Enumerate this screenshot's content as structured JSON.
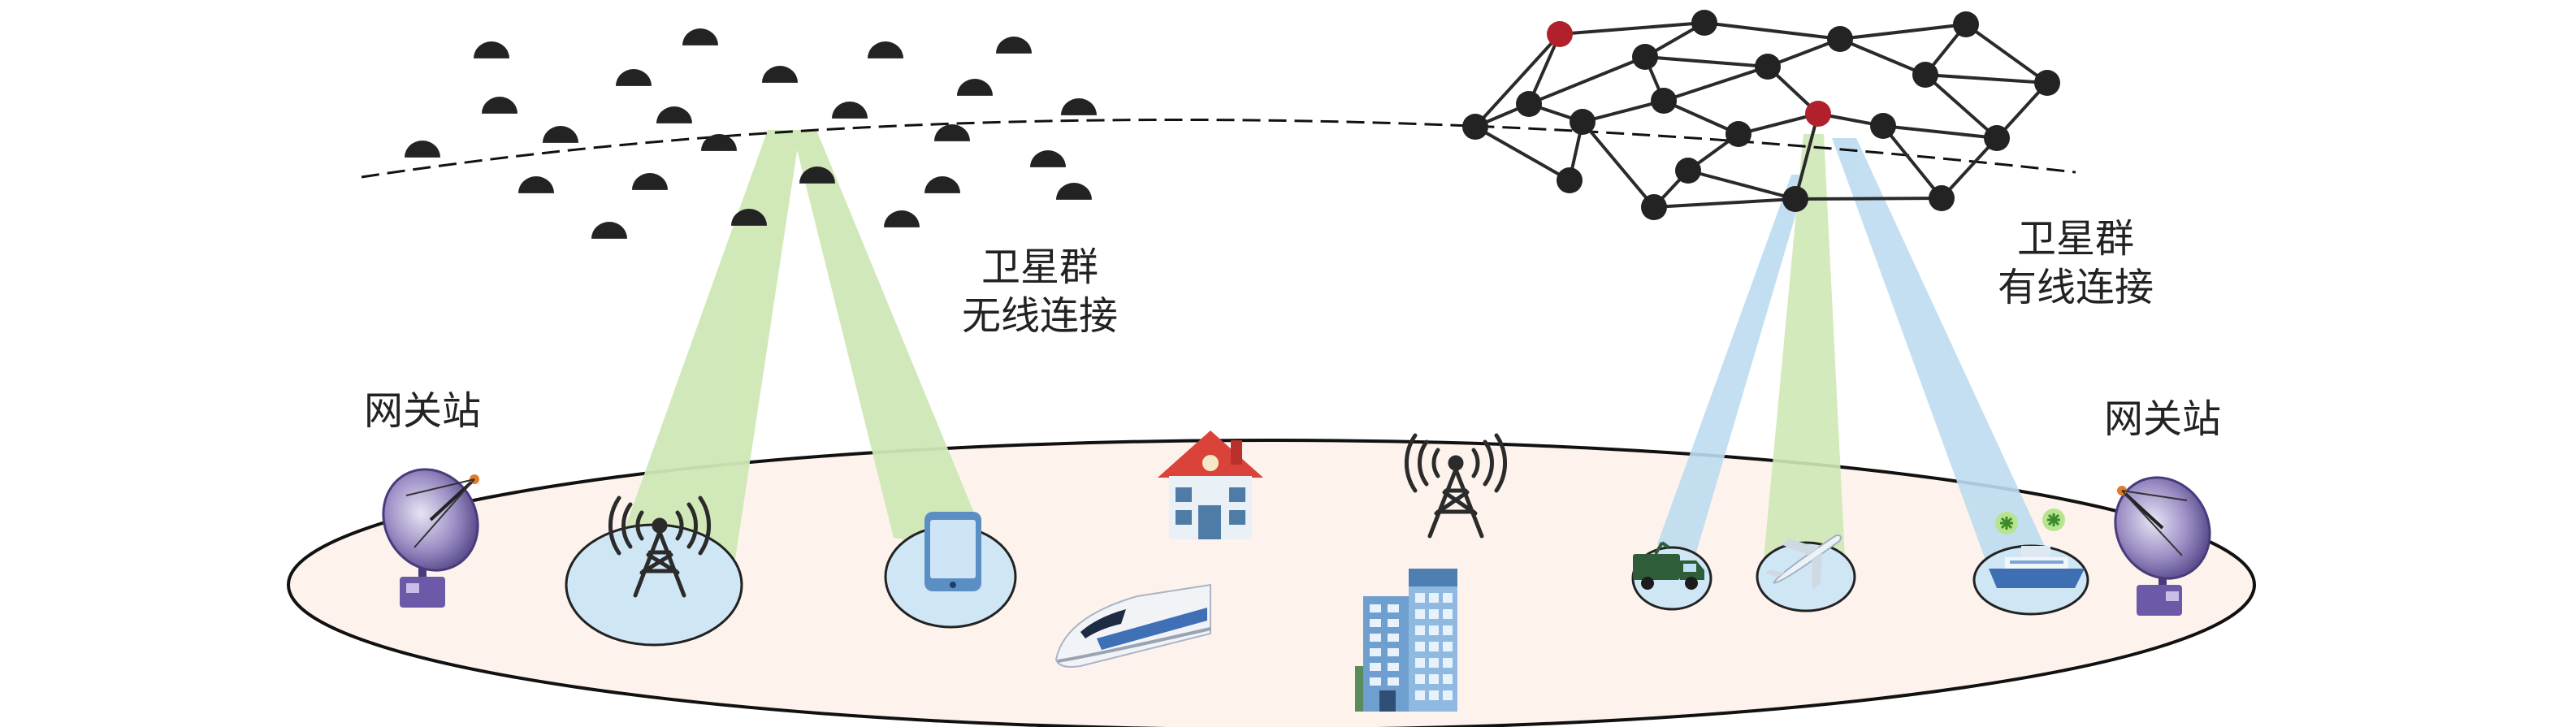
{
  "labels": {
    "left_constellation_line1": "卫星群",
    "left_constellation_line2": "无线连接",
    "right_constellation_line1": "卫星群",
    "right_constellation_line2": "有线连接",
    "gateway_left": "网关站",
    "gateway_right": "网关站"
  },
  "colors": {
    "satellite": "#232323",
    "hub_satellite": "#b0212b",
    "wireless_beam": "#cfe8b6",
    "wired_beam": "#bcdcf0",
    "ground_fill": "#fdf3ec",
    "coverage_fill": "#cfe6f5"
  },
  "icons": {
    "gateway_left": "satellite-dish-icon",
    "gateway_right": "satellite-dish-icon",
    "tower_a": "cell-tower-icon",
    "tower_b": "cell-tower-icon",
    "tablet": "tablet-icon",
    "house": "house-icon",
    "train": "high-speed-train-icon",
    "office": "office-building-icon",
    "truck": "vehicle-icon",
    "plane": "airplane-icon",
    "ship": "ship-icon"
  }
}
